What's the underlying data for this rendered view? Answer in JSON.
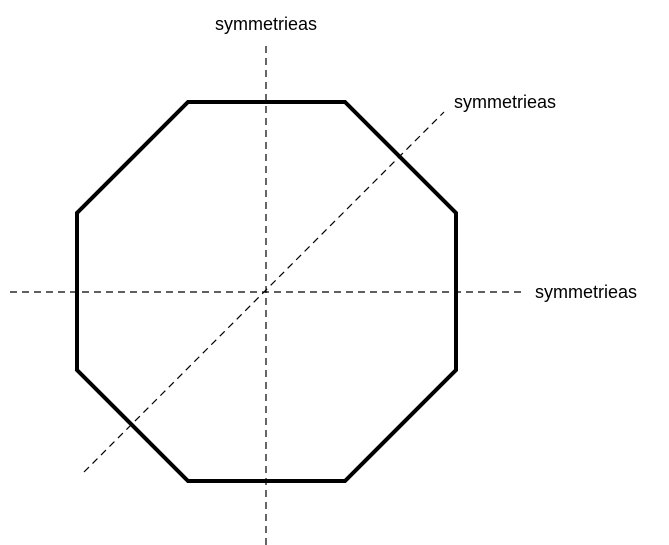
{
  "diagram": {
    "shape": "regular-octagon",
    "labels": {
      "vertical_axis": "symmetrieas",
      "diagonal_axis": "symmetrieas",
      "horizontal_axis": "symmetrieas"
    },
    "colors": {
      "stroke": "#000000",
      "background": "#ffffff"
    }
  }
}
